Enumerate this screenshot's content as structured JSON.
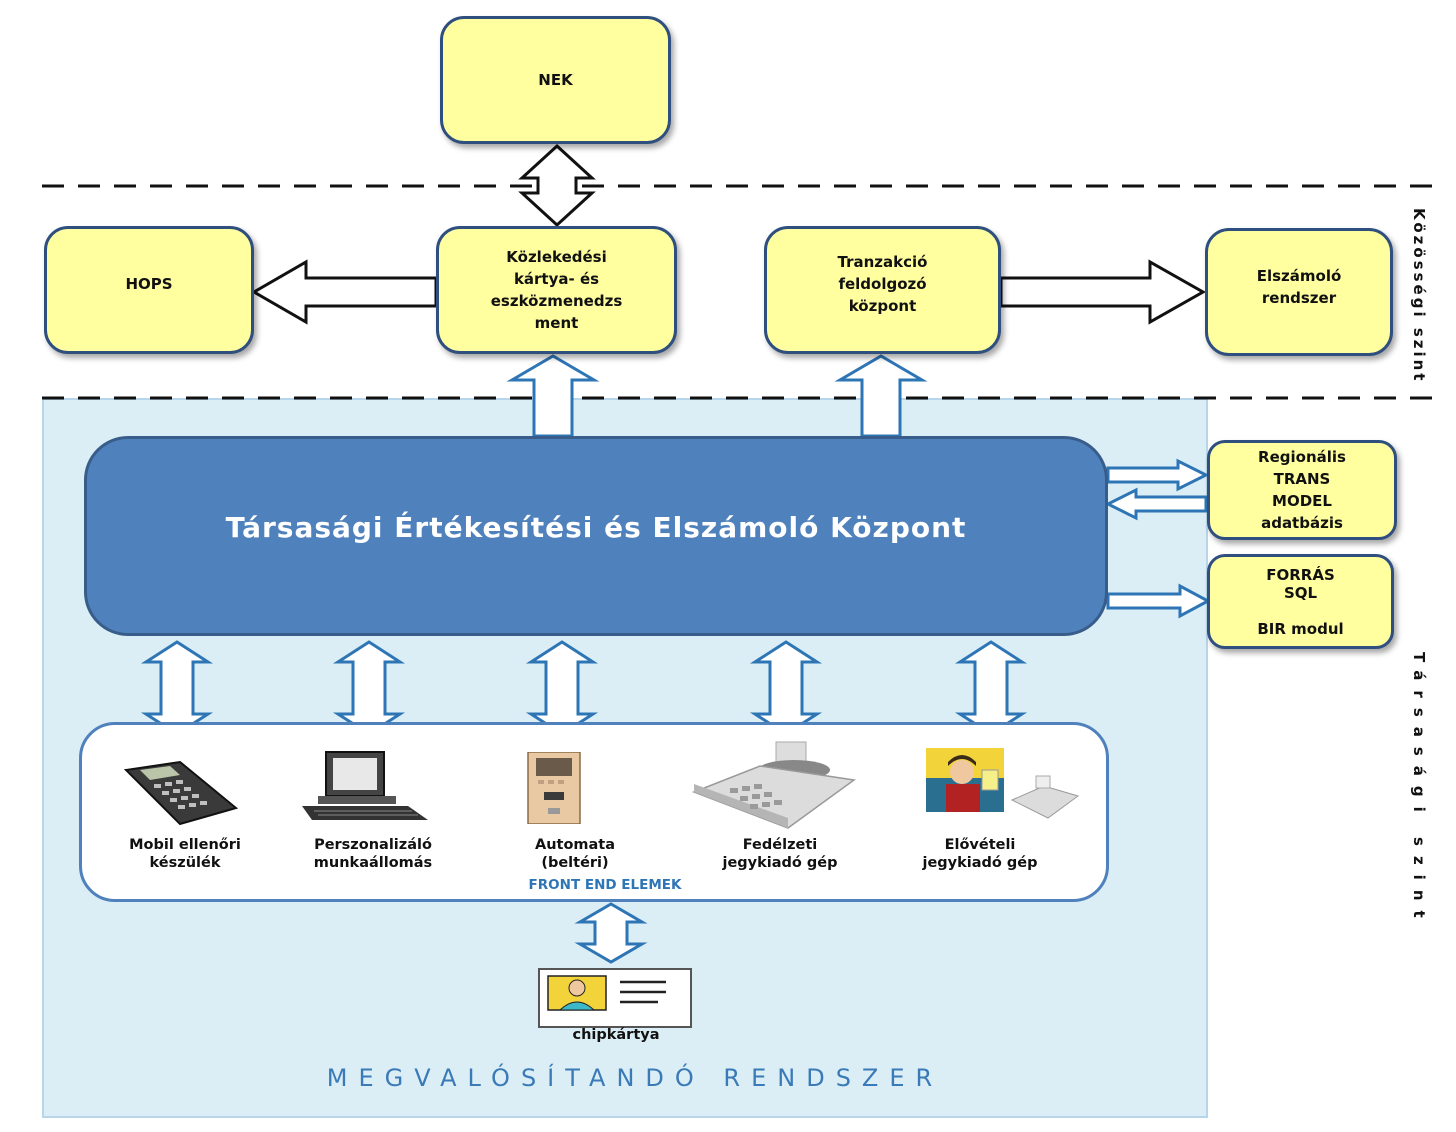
{
  "boxes": {
    "nek": "NEK",
    "hops": "HOPS",
    "kozlekedesi": "Közlekedési\nkártya- és\neszközmenedzs\nment",
    "tranzakcio": "Tranzakció\nfeldolgozó\nközpont",
    "elszamolo": "Elszámoló\nrendszer",
    "regionalis": "Regionális\nTRANS\nMODEL\nadatbázis",
    "forras": "FORRÁS\nSQL\n\nBIR modul"
  },
  "central_hub": "Társasági Értékesítési és Elszámoló Központ",
  "front_end": {
    "title": "FRONT END ELEMEK",
    "items": [
      {
        "label": "Mobil ellenőri\nkészülék",
        "icon": "calculator-icon"
      },
      {
        "label": "Perszonalizáló\nmunkaállomás",
        "icon": "computer-icon"
      },
      {
        "label": "Automata\n(beltéri)",
        "icon": "vending-machine-icon"
      },
      {
        "label": "Fedélzeti\njegykiadó gép",
        "icon": "ticket-printer-icon"
      },
      {
        "label": "Elővételi\njegykiadó gép",
        "icon": "cashier-icon"
      }
    ]
  },
  "chipcard_label": "chipkártya",
  "system_title": "MEGVALÓSÍTANDÓ RENDSZER",
  "levels": {
    "kozossegi": "Közösségi szint",
    "tarsasagi": "Társasági szint"
  },
  "colors": {
    "box_fill": "#ffffa0",
    "hub_fill": "#4f81bd",
    "system_fill": "#dbeef5",
    "arrow_blue": "#2e75b6"
  }
}
